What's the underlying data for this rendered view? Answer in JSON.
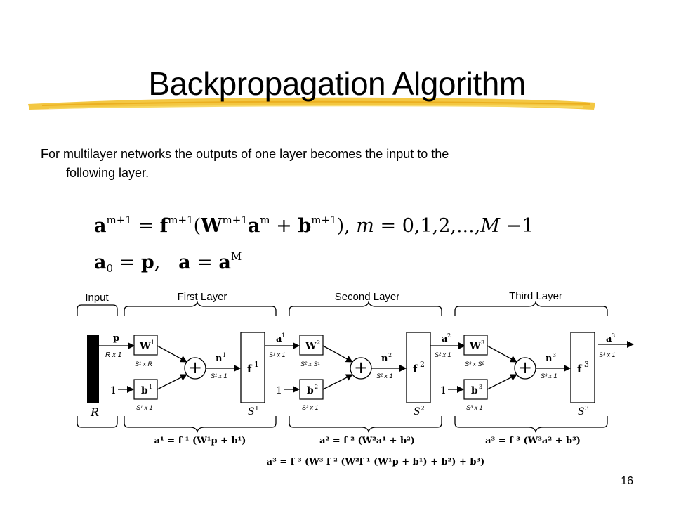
{
  "slide": {
    "title": "Backpropagation Algorithm",
    "body_line1": "For multilayer networks the outputs of one layer becomes the input to the",
    "body_line2": "following layer.",
    "page_number": "16",
    "accent_color": "#f2c12e"
  },
  "equations": {
    "eq1": {
      "a": "a",
      "a_sup": "m+1",
      "eq": " = ",
      "f": "f",
      "f_sup": "m+1",
      "open": "(",
      "W": "W",
      "W_sup": "m+1",
      "a2": "a",
      "a2_sup": "m",
      "plus": " + ",
      "b": "b",
      "b_sup": "m+1",
      "close": "), ",
      "m": "m",
      "range": " = 0,1,2,...,",
      "M": "M",
      "minus": " −1"
    },
    "eq2": {
      "a0": "a",
      "a0_sub": "0",
      "eq": " = ",
      "p": "p",
      "comma": ",",
      "a": "a",
      "eq2": " = ",
      "aM": "a",
      "aM_sup": "M"
    }
  },
  "diagram": {
    "labels": {
      "input": "Input",
      "first_layer": "First Layer",
      "second_layer": "Second Layer",
      "third_layer": "Third Layer",
      "input_dim": "R",
      "p": "p",
      "p_dim": "R x 1",
      "one": "1",
      "plus": "+"
    },
    "layers": [
      {
        "W": "W",
        "W_sup": "1",
        "W_dim": "S¹ x R",
        "b": "b",
        "b_sup": "1",
        "b_dim": "S¹ x 1",
        "n": "n",
        "n_sup": "1",
        "n_dim": "S¹ x 1",
        "f": "f",
        "f_sup": "1",
        "S": "S",
        "S_sup": "1",
        "a_out": "a",
        "a_out_sup": "1",
        "a_out_dim": "S¹ x 1",
        "eq": "a¹ = f ¹ (W¹p + b¹)"
      },
      {
        "W": "W",
        "W_sup": "2",
        "W_dim": "S² x S¹",
        "b": "b",
        "b_sup": "2",
        "b_dim": "S² x 1",
        "n": "n",
        "n_sup": "2",
        "n_dim": "S² x 1",
        "f": "f",
        "f_sup": "2",
        "S": "S",
        "S_sup": "2",
        "a_out": "a",
        "a_out_sup": "2",
        "a_out_dim": "S² x 1",
        "eq": "a² = f ² (W²a¹ + b²)"
      },
      {
        "W": "W",
        "W_sup": "3",
        "W_dim": "S³ x S²",
        "b": "b",
        "b_sup": "3",
        "b_dim": "S³ x 1",
        "n": "n",
        "n_sup": "3",
        "n_dim": "S³ x 1",
        "f": "f",
        "f_sup": "3",
        "S": "S",
        "S_sup": "3",
        "a_out": "a",
        "a_out_sup": "3",
        "a_out_dim": "S³ x 1",
        "eq": "a³ = f ³ (W³a² + b³)"
      }
    ],
    "overall_eq": "a³ = f ³ (W³ f ² (W²f ¹ (W¹p + b¹) + b²) + b³)"
  }
}
